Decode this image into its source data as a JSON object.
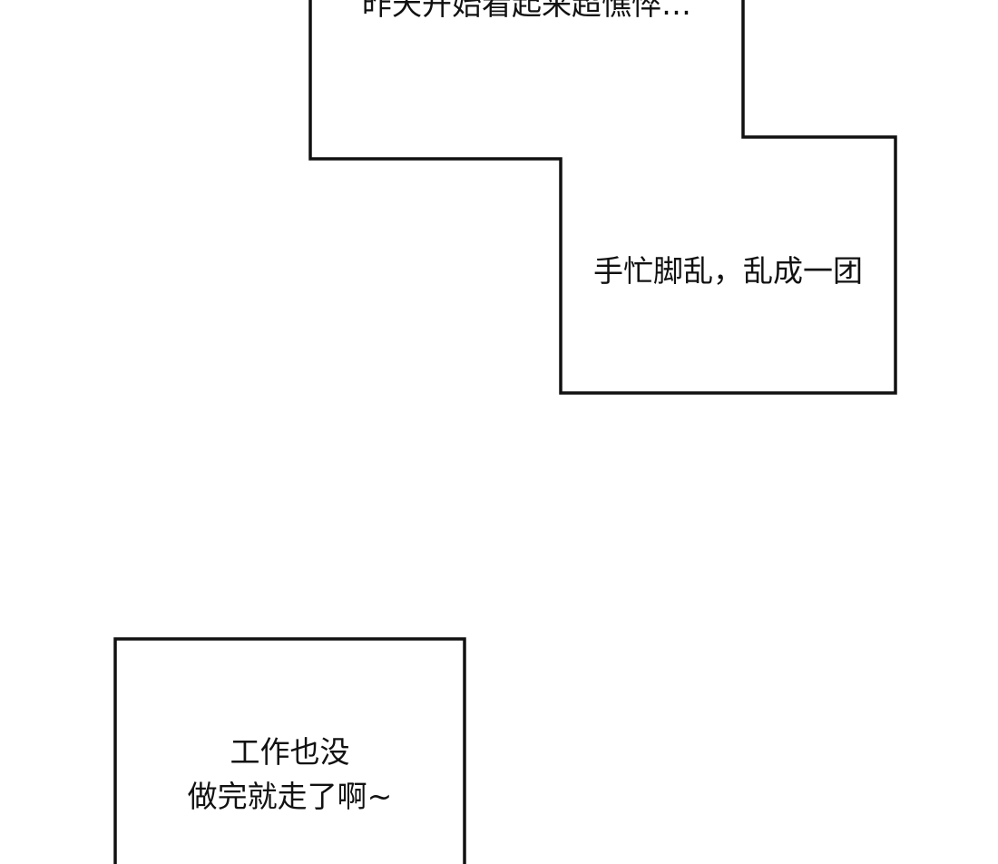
{
  "panels": [
    {
      "lines": [
        "昨天开始看起来超憔悴…"
      ]
    },
    {
      "lines": [
        "手忙脚乱，乱成一团"
      ]
    },
    {
      "lines": [
        "工作也没",
        "做完就走了啊~"
      ]
    }
  ],
  "colors": {
    "background": "#ffffff",
    "border": "#111111",
    "text": "#111111"
  }
}
